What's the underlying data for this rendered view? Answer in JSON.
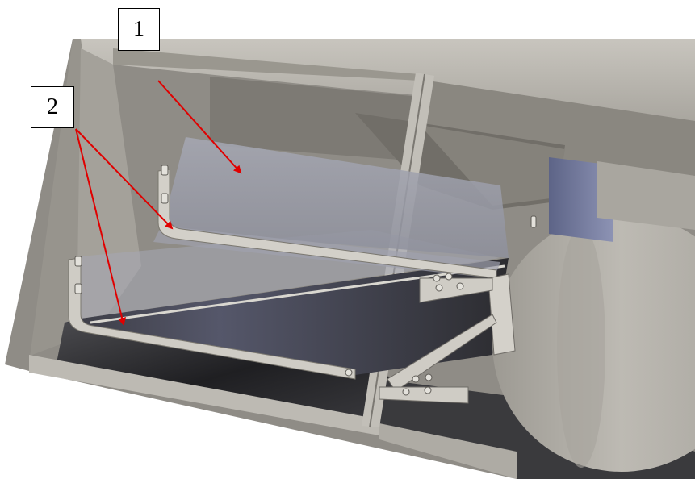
{
  "figure": {
    "callouts": [
      {
        "label": "1"
      },
      {
        "label": "2"
      }
    ],
    "colors": {
      "frame": "#8f8c86",
      "frame_light": "#c9c6bf",
      "frame_dark": "#6e6b66",
      "background": "#ffffff",
      "dark_interior": "#2a2a2c",
      "glass_tray": "#a9abb8",
      "motor_cylinder": "#b8b5ae",
      "blue_part": "#7b82a6",
      "arrow": "#e00000"
    },
    "components": [
      "steel-frame",
      "transparent-tray-upper",
      "transparent-tray-lower",
      "motor-cylinder",
      "mounting-brackets",
      "bolts"
    ]
  }
}
